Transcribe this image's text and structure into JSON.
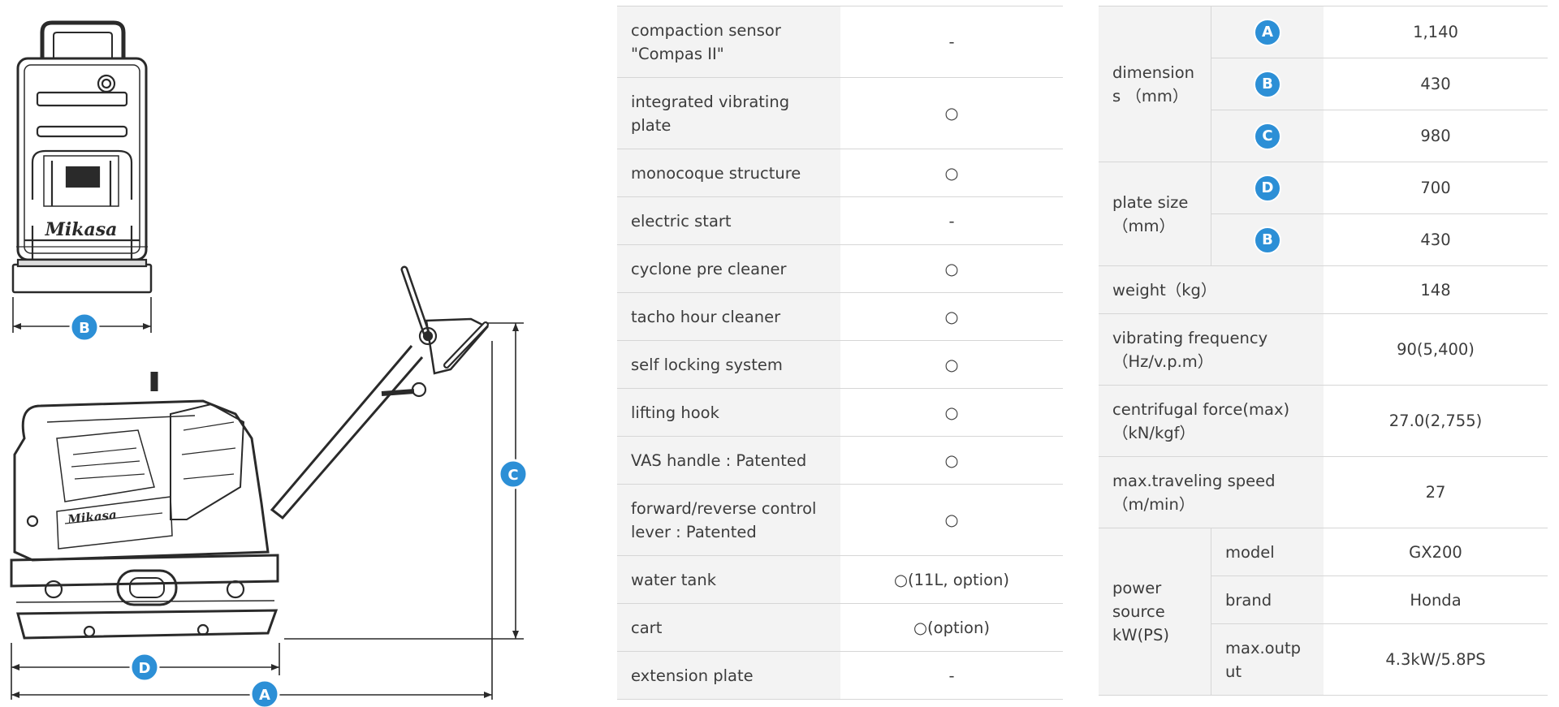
{
  "drawing": {
    "badges": {
      "a": "A",
      "b": "B",
      "c": "C",
      "d": "D"
    },
    "brand_mark": "Mikasa",
    "accent_color": "#2c8fd6"
  },
  "features": [
    {
      "label": "compaction sensor \"Compas II\"",
      "value": "-"
    },
    {
      "label": "integrated vibrating plate",
      "value": "○"
    },
    {
      "label": "monocoque structure",
      "value": "○"
    },
    {
      "label": "electric start",
      "value": "-"
    },
    {
      "label": "cyclone pre cleaner",
      "value": "○"
    },
    {
      "label": "tacho hour cleaner",
      "value": "○"
    },
    {
      "label": "self locking system",
      "value": "○"
    },
    {
      "label": "lifting hook",
      "value": "○"
    },
    {
      "label": "VAS handle : Patented",
      "value": "○"
    },
    {
      "label": "forward/reverse control lever : Patented",
      "value": "○"
    },
    {
      "label": "water tank",
      "value": "○(11L, option)"
    },
    {
      "label": "cart",
      "value": "○(option)"
    },
    {
      "label": "extension plate",
      "value": "-"
    }
  ],
  "specs": {
    "dimensions": {
      "label": "dimension s （mm）",
      "rows": [
        {
          "badge": "A",
          "value": "1,140"
        },
        {
          "badge": "B",
          "value": "430"
        },
        {
          "badge": "C",
          "value": "980"
        }
      ]
    },
    "plate_size": {
      "label": "plate size （mm）",
      "rows": [
        {
          "badge": "D",
          "value": "700"
        },
        {
          "badge": "B",
          "value": "430"
        }
      ]
    },
    "weight": {
      "label": "weight（kg）",
      "value": "148"
    },
    "vibrating_frequency": {
      "label": "vibrating frequency （Hz/v.p.m）",
      "value": "90(5,400)"
    },
    "centrifugal_force": {
      "label": "centrifugal force(max) （kN/kgf）",
      "value": "27.0(2,755)"
    },
    "max_traveling_speed": {
      "label": "max.traveling speed （m/min）",
      "value": "27"
    },
    "power_source": {
      "label": "power source kW(PS)",
      "rows": [
        {
          "label": "model",
          "value": "GX200"
        },
        {
          "label": "brand",
          "value": "Honda"
        },
        {
          "label": "max.outp ut",
          "value": "4.3kW/5.8PS"
        }
      ]
    }
  }
}
